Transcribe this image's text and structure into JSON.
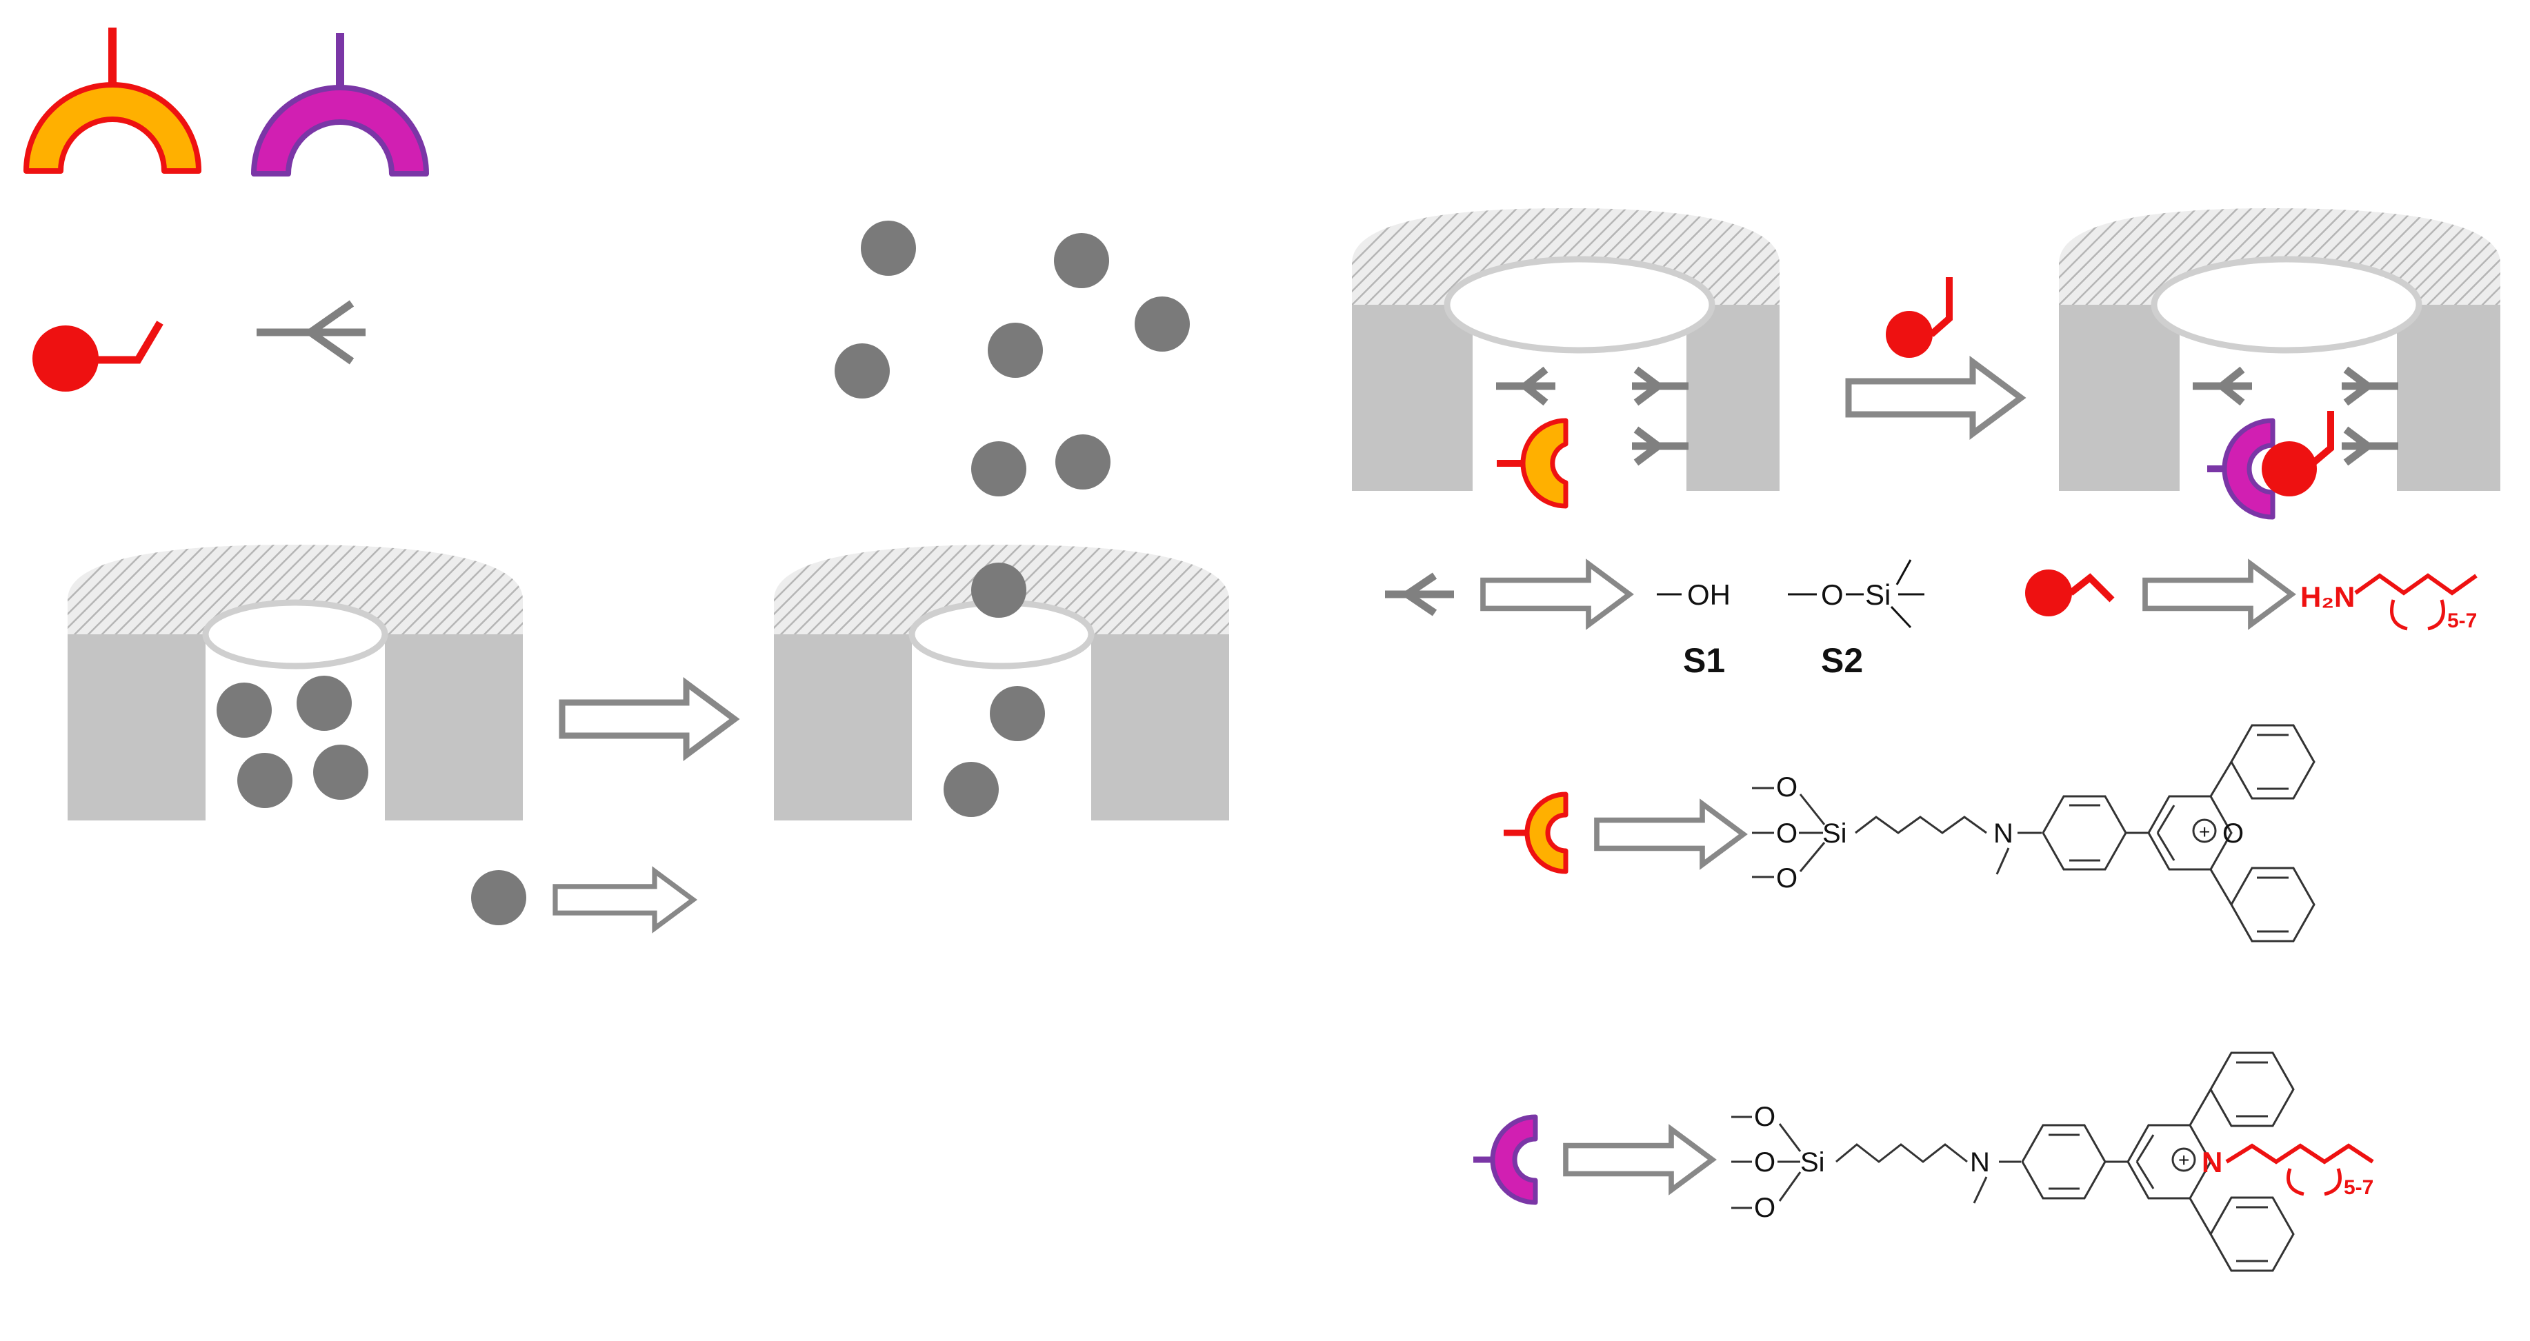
{
  "colors": {
    "gray": "#7a7a7a",
    "light_gray": "#c4c4c4",
    "ring": "#c9c9c9",
    "red": "#ee1111",
    "yellow": "#ffb000",
    "magenta": "#d11fb2",
    "purple": "#7a36a6",
    "arrow": "#888888",
    "black": "#111111"
  },
  "legend": {
    "receptor_1": "red-yellow-half-ring-icon",
    "receptor_2": "purple-magenta-half-ring-icon",
    "amine": "red-ball-stick-icon",
    "capping_group": "gray-fork-icon",
    "cargo": "gray-sphere-icon"
  },
  "labels": {
    "s1_formula": "OH",
    "s1_name": "S1",
    "s2_o": "O",
    "s2_si": "Si",
    "s2_name": "S2",
    "amine_h2n": "H₂N",
    "amine_range": "5-7",
    "si": "Si",
    "o": "O",
    "n": "N",
    "plus": "+",
    "ring_o": "O",
    "ring_n": "N"
  }
}
